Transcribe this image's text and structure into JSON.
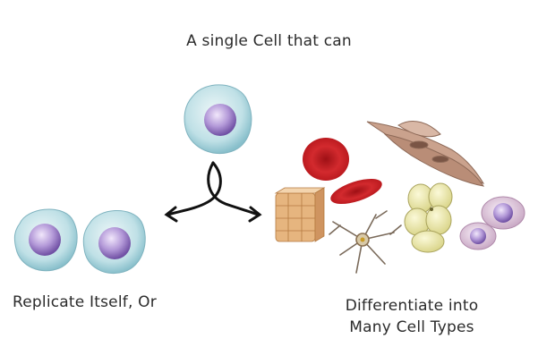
{
  "diagram": {
    "title": "A single Cell that can",
    "left_label": "Replicate Itself, Or",
    "right_label_line1": "Differentiate into",
    "right_label_line2": "Many Cell Types"
  },
  "colors": {
    "stem_outer": "#a9d5dd",
    "stem_nucleus": "#9b7cc4",
    "red_cell": "#cc1f24",
    "muscle": "#c9a08a",
    "fat": "#ede9a8",
    "epithelial": "#e2b079",
    "white_cell": "#d8c6d6",
    "arrow": "#111111"
  }
}
